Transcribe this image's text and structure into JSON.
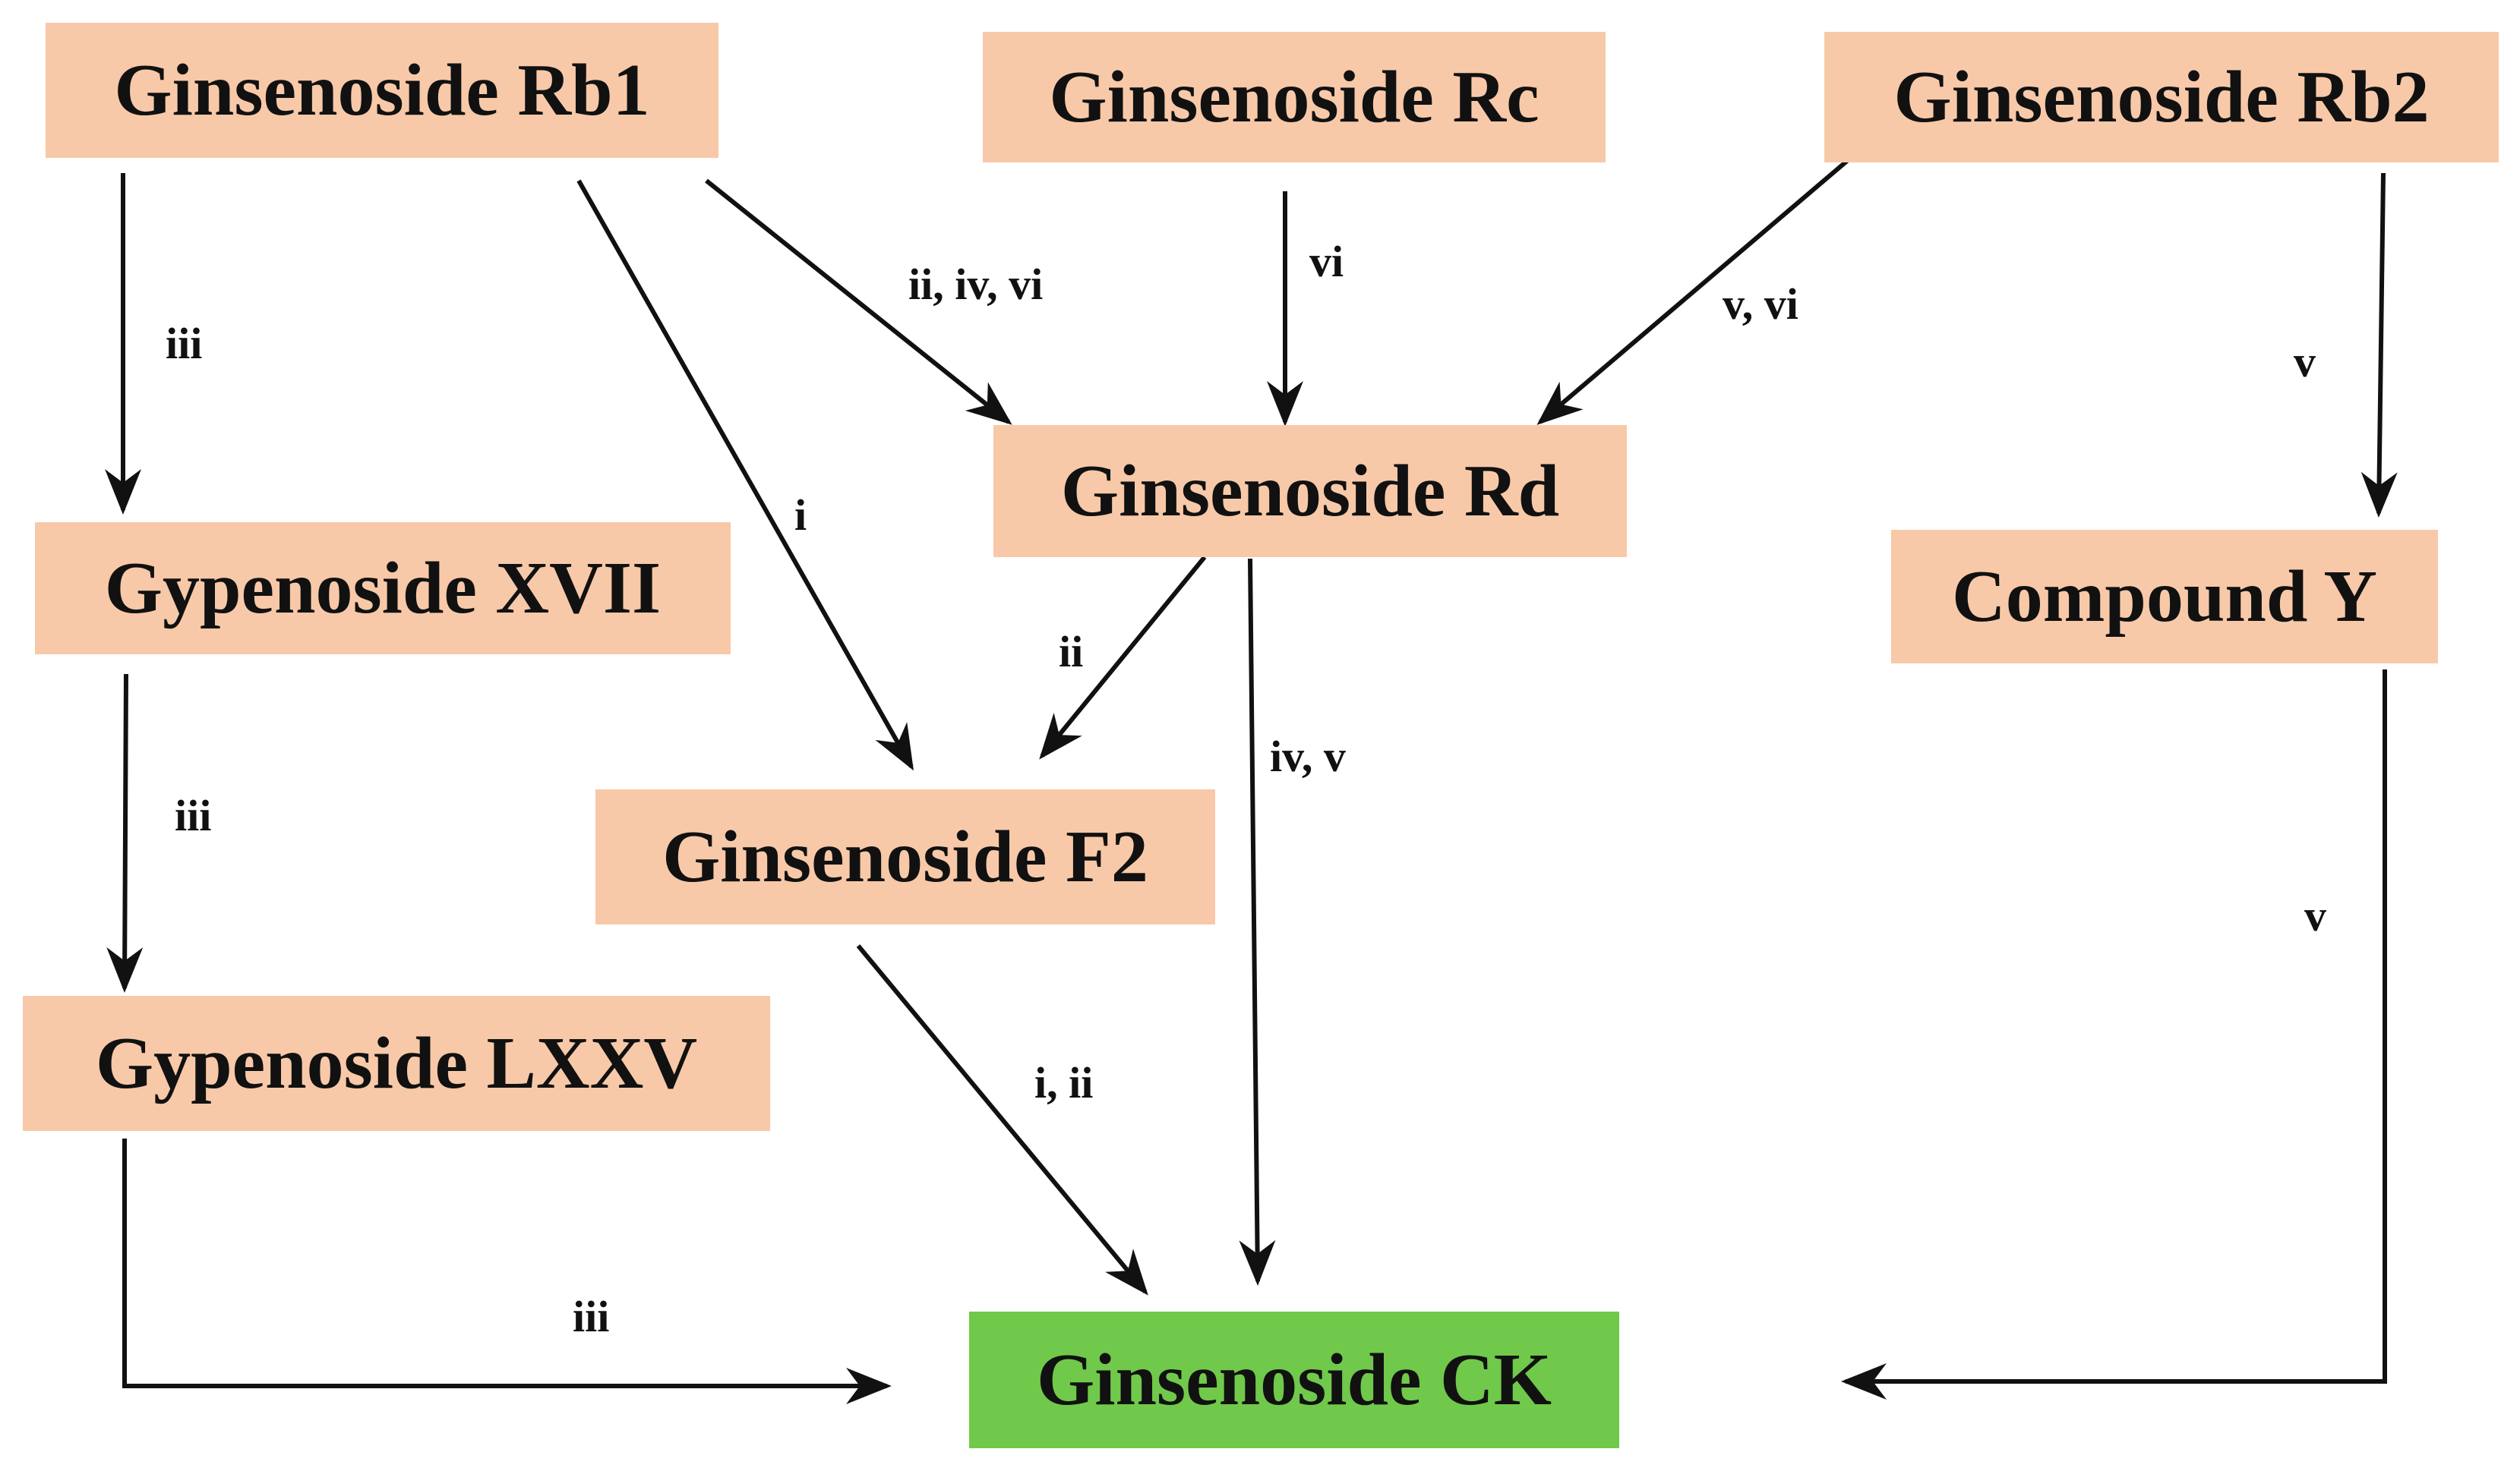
{
  "colors": {
    "node_fill": "#f8c9a8",
    "product_fill": "#70c94a",
    "arrow": "#111111",
    "text": "#111111"
  },
  "nodes": {
    "rb1": "Ginsenoside Rb1",
    "rc": "Ginsenoside Rc",
    "rb2": "Ginsenoside Rb2",
    "rd": "Ginsenoside Rd",
    "gyp17": "Gypenoside XVII",
    "compound_y": "Compound Y",
    "f2": "Ginsenoside F2",
    "gyp75": "Gypenoside LXXV",
    "ck": "Ginsenoside CK"
  },
  "edges": {
    "rb1_gyp17": "iii",
    "rb1_f2": "i",
    "rb1_rd": "ii, iv, vi",
    "rc_rd": "vi",
    "rb2_rd": "v, vi",
    "rb2_compound_y": "v",
    "gyp17_gyp75": "iii",
    "rd_f2": "ii",
    "rd_ck": "iv, v",
    "compound_y_ck": "v",
    "f2_ck": "i, ii",
    "gyp75_ck": "iii"
  }
}
